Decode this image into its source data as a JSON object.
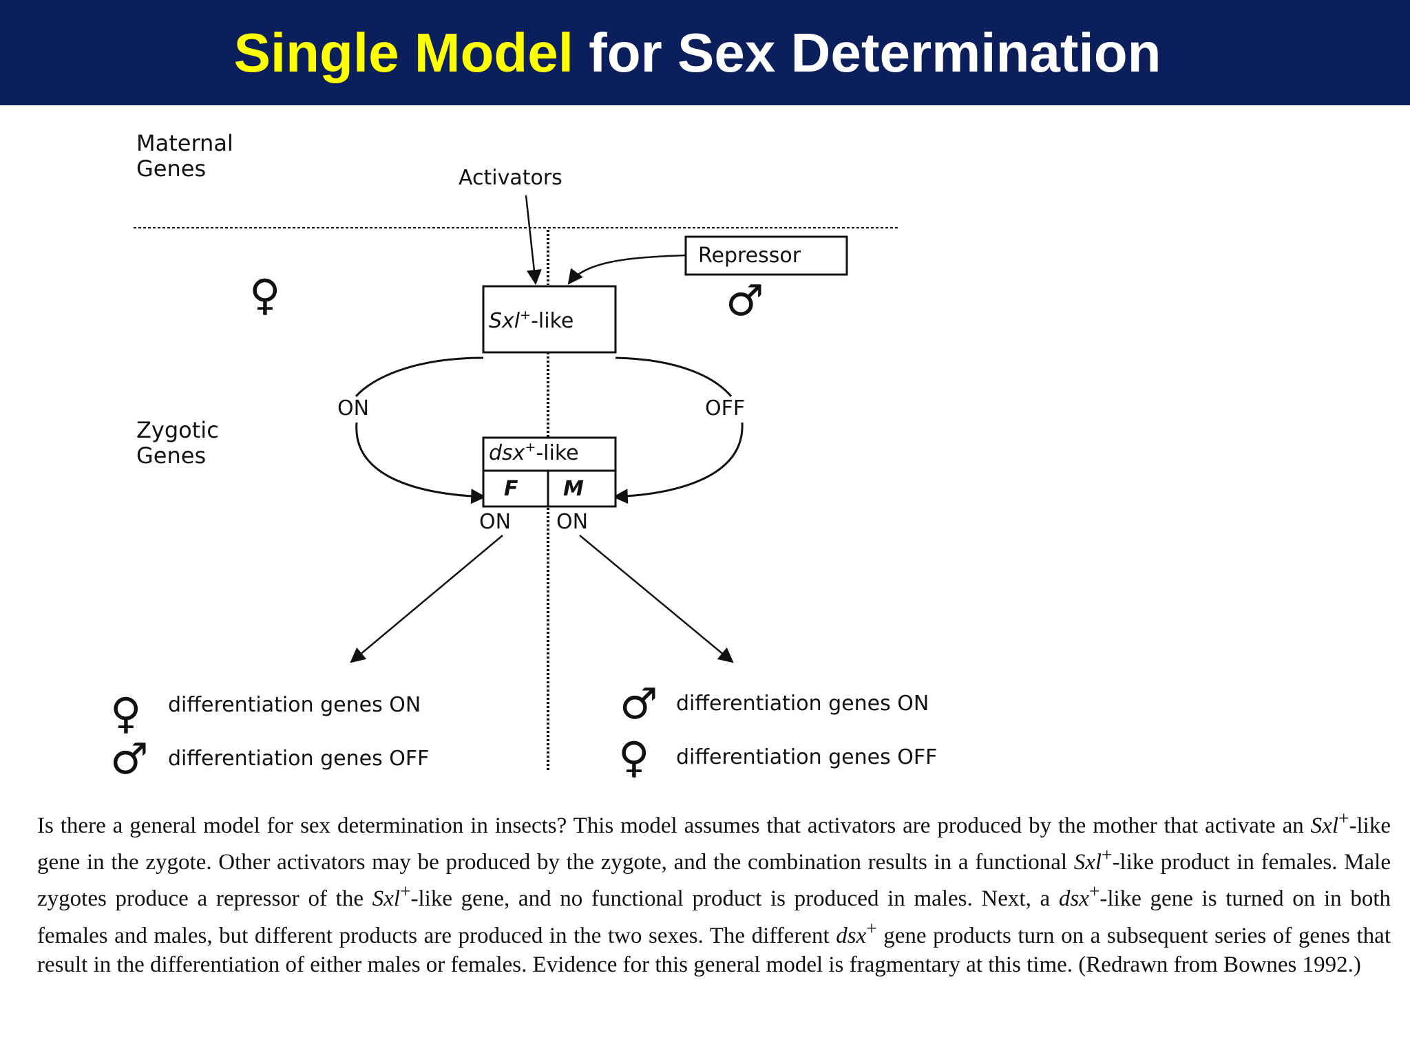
{
  "title": {
    "highlight": "Single Model",
    "rest": " for Sex Determination"
  },
  "diagram": {
    "maternal_line1": "Maternal",
    "maternal_line2": "Genes",
    "activators": "Activators",
    "repressor": "Repressor",
    "sxl_gene": "Sxl",
    "sxl_sup": "+",
    "sxl_suffix": "-like",
    "zygotic_line1": "Zygotic",
    "zygotic_line2": "Genes",
    "on_left": "ON",
    "off_right": "OFF",
    "dsx_gene": "dsx",
    "dsx_sup": "+",
    "dsx_suffix": "-like",
    "cell_f": "F",
    "cell_m": "M",
    "on_f": "ON",
    "on_m": "ON",
    "female_symbol": "♀",
    "male_symbol": "♂",
    "left_out1": "differentiation genes ON",
    "left_out2": "differentiation genes OFF",
    "right_out1": "differentiation genes ON",
    "right_out2": "differentiation genes OFF"
  },
  "caption": {
    "p1": "Is there a general model for sex determination in insects? This model assumes that activators are produced by the mother that activate an ",
    "g1": "Sxl",
    "s1": "+",
    "p2": "-like gene in the zygote. Other activators may be produced by the zygote, and the combination results in a functional ",
    "g2": "Sxl",
    "s2": "+",
    "p3": "-like product in females. Male zygotes produce a repressor of the ",
    "g3": "Sxl",
    "s3": "+",
    "p4": "-like gene, and no functional product is produced in males. Next, a ",
    "g4": "dsx",
    "s4": "+",
    "p5": "-like gene is turned on in both females and males, but different products are produced in the two sexes. The different ",
    "g5": "dsx",
    "s5": "+",
    "p6": " gene products turn on a subsequent series of genes that result in the differentiation of either males or females. Evidence for this general model is fragmentary at this time. (Redrawn from Bownes 1992.)"
  }
}
